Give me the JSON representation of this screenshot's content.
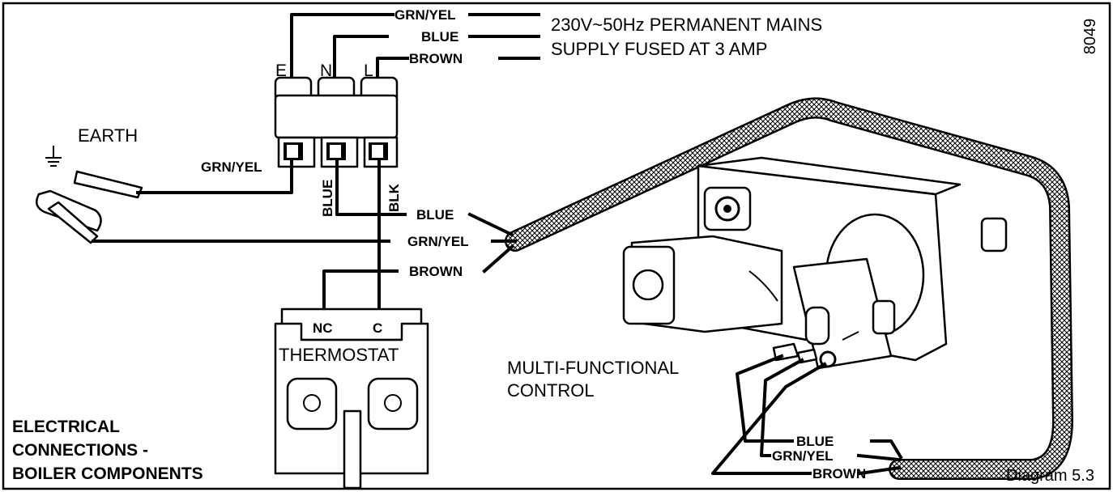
{
  "supply": {
    "line1": "230V~50Hz PERMANENT MAINS",
    "line2": "SUPPLY FUSED AT 3 AMP"
  },
  "figure_number": "8049",
  "terminals": {
    "e": "E",
    "n": "N",
    "l": "L"
  },
  "wires": {
    "top_grnyel": "GRN/YEL",
    "top_blue": "BLUE",
    "top_brown": "BROWN",
    "earth_grnyel": "GRN/YEL",
    "blue_vertical": "BLUE",
    "blk_vertical": "BLK",
    "mid_blue": "BLUE",
    "mid_grnyel": "GRN/YEL",
    "mid_brown": "BROWN",
    "low_blue": "BLUE",
    "low_grnyel": "GRN/YEL",
    "low_brown": "BROWN"
  },
  "earth_label": "EARTH",
  "thermostat": {
    "label": "THERMOSTAT",
    "nc": "NC",
    "c": "C"
  },
  "control": {
    "line1": "MULTI-FUNCTIONAL",
    "line2": "CONTROL"
  },
  "title": {
    "line1": "ELECTRICAL",
    "line2": "CONNECTIONS -",
    "line3": "BOILER COMPONENTS"
  },
  "diagram_ref": "Diagram  5.3"
}
